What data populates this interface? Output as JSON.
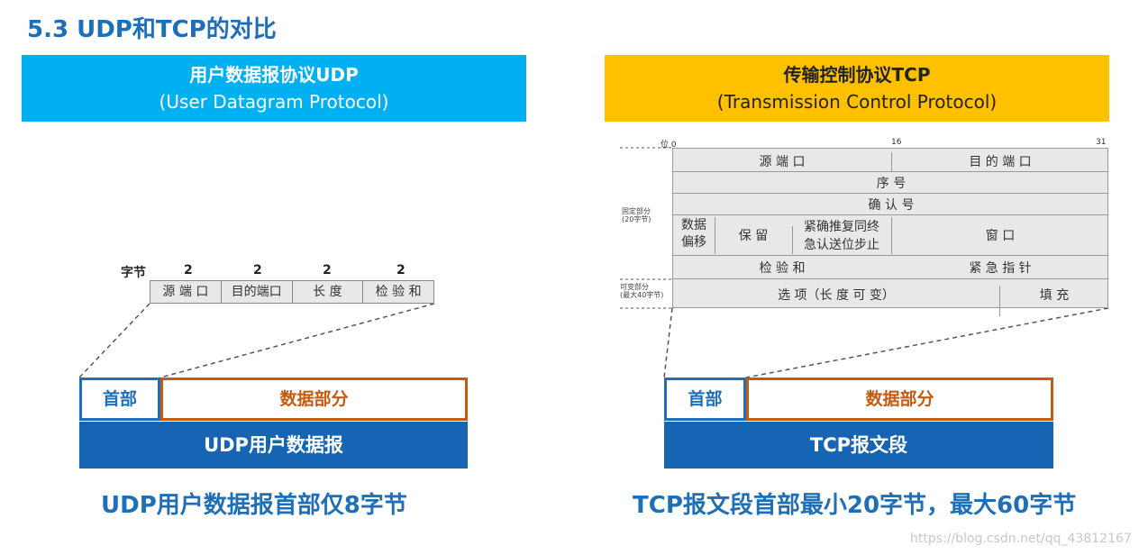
{
  "title": "5.3 UDP和TCP的对比",
  "udp": {
    "banner_line1": "用户数据报协议UDP",
    "banner_line2": "(User Datagram Protocol)",
    "bytes_label": "字节",
    "byte_counts": [
      "2",
      "2",
      "2",
      "2"
    ],
    "header_fields": [
      "源 端 口",
      "目的端口",
      "长 度",
      "检 验 和"
    ],
    "head_box": "首部",
    "data_box": "数据部分",
    "bar_label": "UDP用户数据报",
    "caption": "UDP用户数据报首部仅8字节"
  },
  "tcp": {
    "banner_line1": "传输控制协议TCP",
    "banner_line2": "(Transmission Control Protocol)",
    "bit_labels": [
      "位 0",
      "16",
      "31"
    ],
    "side_fixed": "固定部分\n(20字节)",
    "side_variable": "可变部分\n(最大40字节)",
    "row1": [
      "源 端 口",
      "目 的 端 口"
    ],
    "row2": "序 号",
    "row3": "确 认 号",
    "row4_offset": "数据\n偏移",
    "row4_reserved": "保 留",
    "row4_flags_top": "紧确推复同终",
    "row4_flags_bottom": "急认送位步止",
    "row4_window": "窗 口",
    "row5": [
      "检 验 和",
      "紧 急 指 针"
    ],
    "row6": [
      "选 项（长 度 可 变）",
      "填 充"
    ],
    "head_box": "首部",
    "data_box": "数据部分",
    "bar_label": "TCP报文段",
    "caption": "TCP报文段首部最小20字节，最大60字节"
  },
  "watermark": "https://blog.csdn.net/qq_43812167",
  "colors": {
    "title": "#1f6fb7",
    "udp_banner": "#00b0f0",
    "tcp_banner": "#ffc000",
    "bar": "#1565b4",
    "data_border": "#c55a11"
  }
}
